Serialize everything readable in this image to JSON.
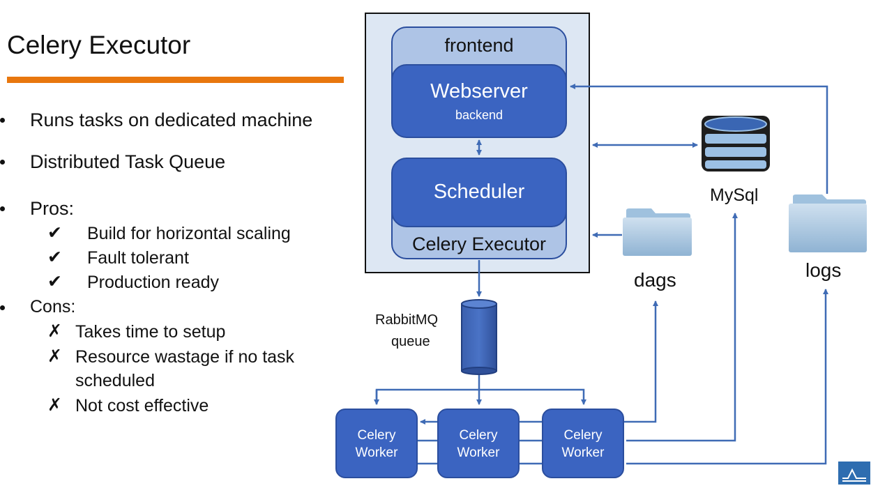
{
  "slide": {
    "title": "Celery Executor",
    "bullets": [
      "Runs tasks on dedicated machine",
      "Distributed Task Queue",
      "Pros:",
      "Cons:"
    ],
    "pros": [
      "Build for horizontal scaling",
      "Fault tolerant",
      "Production ready"
    ],
    "cons": [
      "Takes time to setup",
      "Resource wastage if no task",
      "scheduled",
      "Not cost effective"
    ],
    "check_mark": "✔",
    "cross_mark": "✗"
  },
  "diagram": {
    "frontend": "frontend",
    "webserver": "Webserver",
    "backend": "backend",
    "scheduler": "Scheduler",
    "celery_executor": "Celery Executor",
    "queue_line1": "RabbitMQ",
    "queue_line2": "queue",
    "mysql": "MySql",
    "dags": "dags",
    "logs": "logs",
    "workers": [
      {
        "line1": "Celery",
        "line2": "Worker"
      },
      {
        "line1": "Celery",
        "line2": "Worker"
      },
      {
        "line1": "Celery",
        "line2": "Worker"
      }
    ]
  },
  "colors": {
    "accent_orange": "#e8770e",
    "box_blue": "#3b64c1",
    "light_blue": "#aec4e6",
    "panel_bg": "#dde7f3",
    "arrow_blue": "#3f6bb5",
    "folder_blue": "#a9c8e2"
  }
}
